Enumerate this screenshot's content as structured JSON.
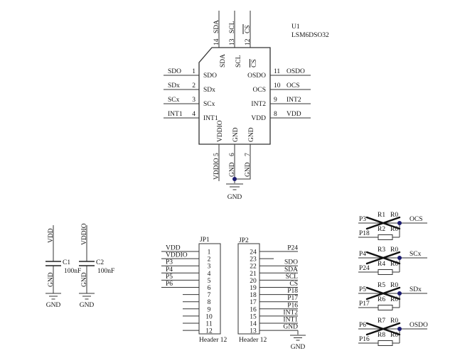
{
  "ic": {
    "refdes": "U1",
    "part": "LSM6DSO32",
    "top_pins": [
      {
        "num": "14",
        "net": "SDA",
        "name": "SDA"
      },
      {
        "num": "13",
        "net": "SCL",
        "name": "SCL"
      },
      {
        "num": "12",
        "net": "CS",
        "name": "CS"
      }
    ],
    "left_pins": [
      {
        "num": "1",
        "net": "SDO",
        "name": "SDO"
      },
      {
        "num": "2",
        "net": "SDx",
        "name": "SDx"
      },
      {
        "num": "3",
        "net": "SCx",
        "name": "SCx"
      },
      {
        "num": "4",
        "net": "INT1",
        "name": "INT1"
      }
    ],
    "right_pins": [
      {
        "num": "11",
        "net": "OSDO",
        "name": "OSDO"
      },
      {
        "num": "10",
        "net": "OCS",
        "name": "OCS"
      },
      {
        "num": "9",
        "net": "INT2",
        "name": "INT2"
      },
      {
        "num": "8",
        "net": "VDD",
        "name": "VDD"
      }
    ],
    "bottom_pins": [
      {
        "num": "5",
        "net": "VDDIO",
        "name": "VDDIO"
      },
      {
        "num": "6",
        "net": "GND",
        "name": "GND"
      },
      {
        "num": "7",
        "net": "GND",
        "name": "GND"
      }
    ],
    "gnd_label": "GND"
  },
  "capacitors": [
    {
      "refdes": "C1",
      "value": "100nF",
      "net_top": "VDD",
      "net_bot": "GND",
      "gnd": "GND"
    },
    {
      "refdes": "C2",
      "value": "100nF",
      "net_top": "VDDIO",
      "net_bot": "GND",
      "gnd": "GND"
    }
  ],
  "headers": {
    "jp1": {
      "refdes": "JP1",
      "part": "Header 12",
      "nums": [
        "1",
        "2",
        "3",
        "4",
        "5",
        "6",
        "7",
        "8",
        "9",
        "10",
        "11",
        "12"
      ],
      "nets": [
        "VDD",
        "VDDIO",
        "P3",
        "P4",
        "P5",
        "P6"
      ]
    },
    "jp2": {
      "refdes": "JP2",
      "part": "Header 12",
      "nums": [
        "24",
        "23",
        "22",
        "21",
        "20",
        "19",
        "18",
        "17",
        "16",
        "15",
        "14",
        "13"
      ],
      "nets": [
        "P24",
        "",
        "SDO",
        "SDA",
        "SCL",
        "CS",
        "P18",
        "P17",
        "P16",
        "INT2",
        "INT1",
        "GND"
      ],
      "gnd": "GND"
    }
  },
  "resistor_groups": [
    {
      "p_top": "P3",
      "r_top": "R1",
      "r_top_val": "R0",
      "out": "OCS",
      "p_bot": "P18",
      "r_bot": "R2",
      "r_bot_val": "R0"
    },
    {
      "p_top": "P4",
      "r_top": "R3",
      "r_top_val": "R0",
      "out": "SCx",
      "p_bot": "P24",
      "r_bot": "R4",
      "r_bot_val": "R0"
    },
    {
      "p_top": "P5",
      "r_top": "R5",
      "r_top_val": "R0",
      "out": "SDx",
      "p_bot": "P17",
      "r_bot": "R6",
      "r_bot_val": "R0"
    },
    {
      "p_top": "P6",
      "r_top": "R7",
      "r_top_val": "R0",
      "out": "OSDO",
      "p_bot": "P16",
      "r_bot": "R8",
      "r_bot_val": "R0"
    }
  ],
  "colors": {
    "background": "#ffffff",
    "wire": "#333333",
    "text": "#141414",
    "junction_dot": "#1b1b70",
    "dnp_cross": "#111111"
  }
}
